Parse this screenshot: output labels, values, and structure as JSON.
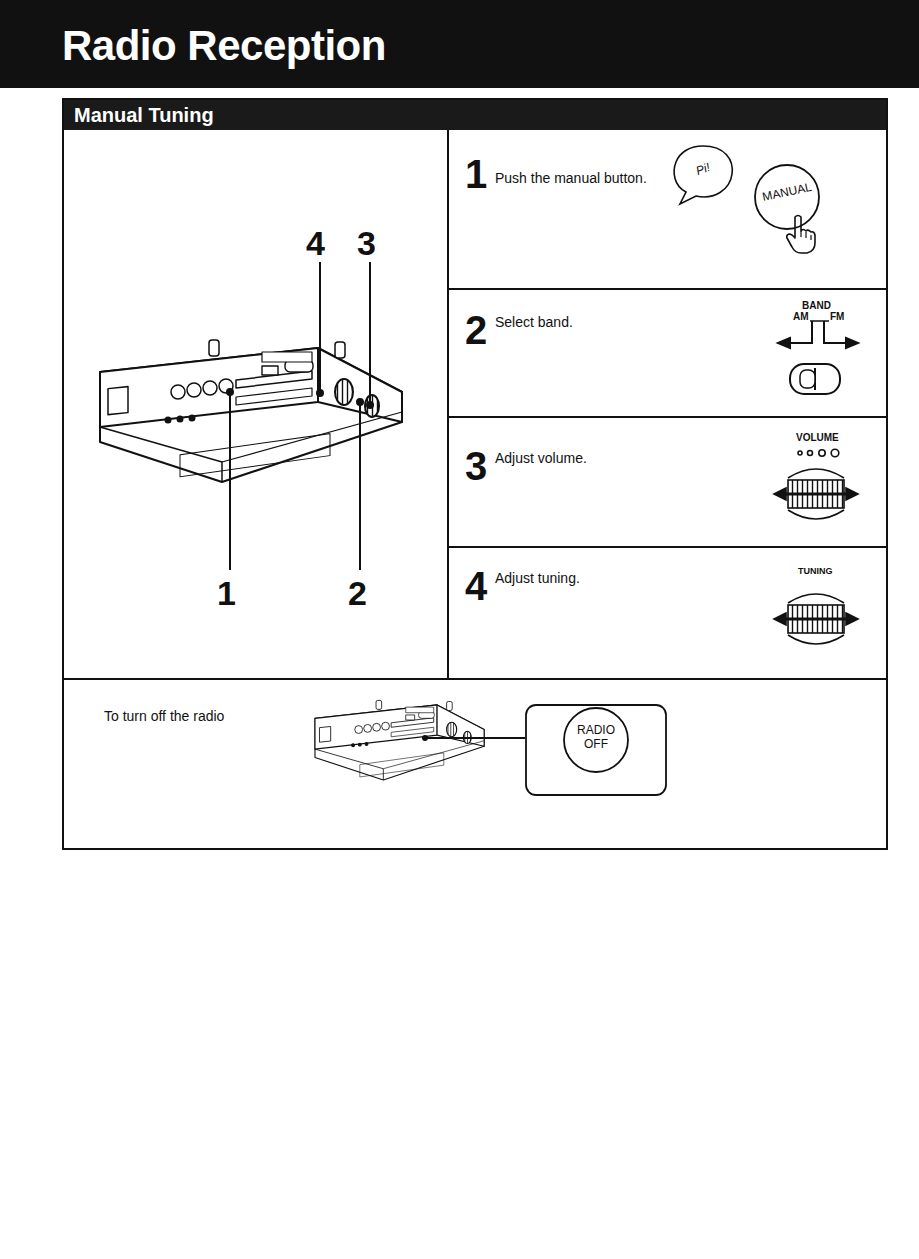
{
  "diagram": {
    "title": "Radio Reception",
    "nodes": [
      {
        "text": [
          "Manual Tuning"
        ]
      },
      {
        "text": [
          "1",
          "Push the manual button."
        ],
        "in": 0
      },
      {
        "text": [
          "Pi!"
        ],
        "in": 1
      },
      {
        "text": [
          "MANUAL"
        ],
        "in": 1
      },
      {
        "text": [
          "2",
          "Select band."
        ],
        "in": 0
      },
      {
        "text": [
          "3",
          "Adjust volume."
        ],
        "in": 0
      },
      {
        "text": [
          "4",
          "Adjust tuning."
        ],
        "in": 0
      },
      {
        "text": [
          "To turn off the radio"
        ],
        "in": 0
      },
      {
        "text": [
          "RADIO OFF"
        ],
        "in": 7
      }
    ],
    "labels": [
      "4",
      "3",
      "1",
      "2",
      "BAND",
      "AM",
      "FM",
      "VOLUME",
      "TUNING"
    ]
  }
}
